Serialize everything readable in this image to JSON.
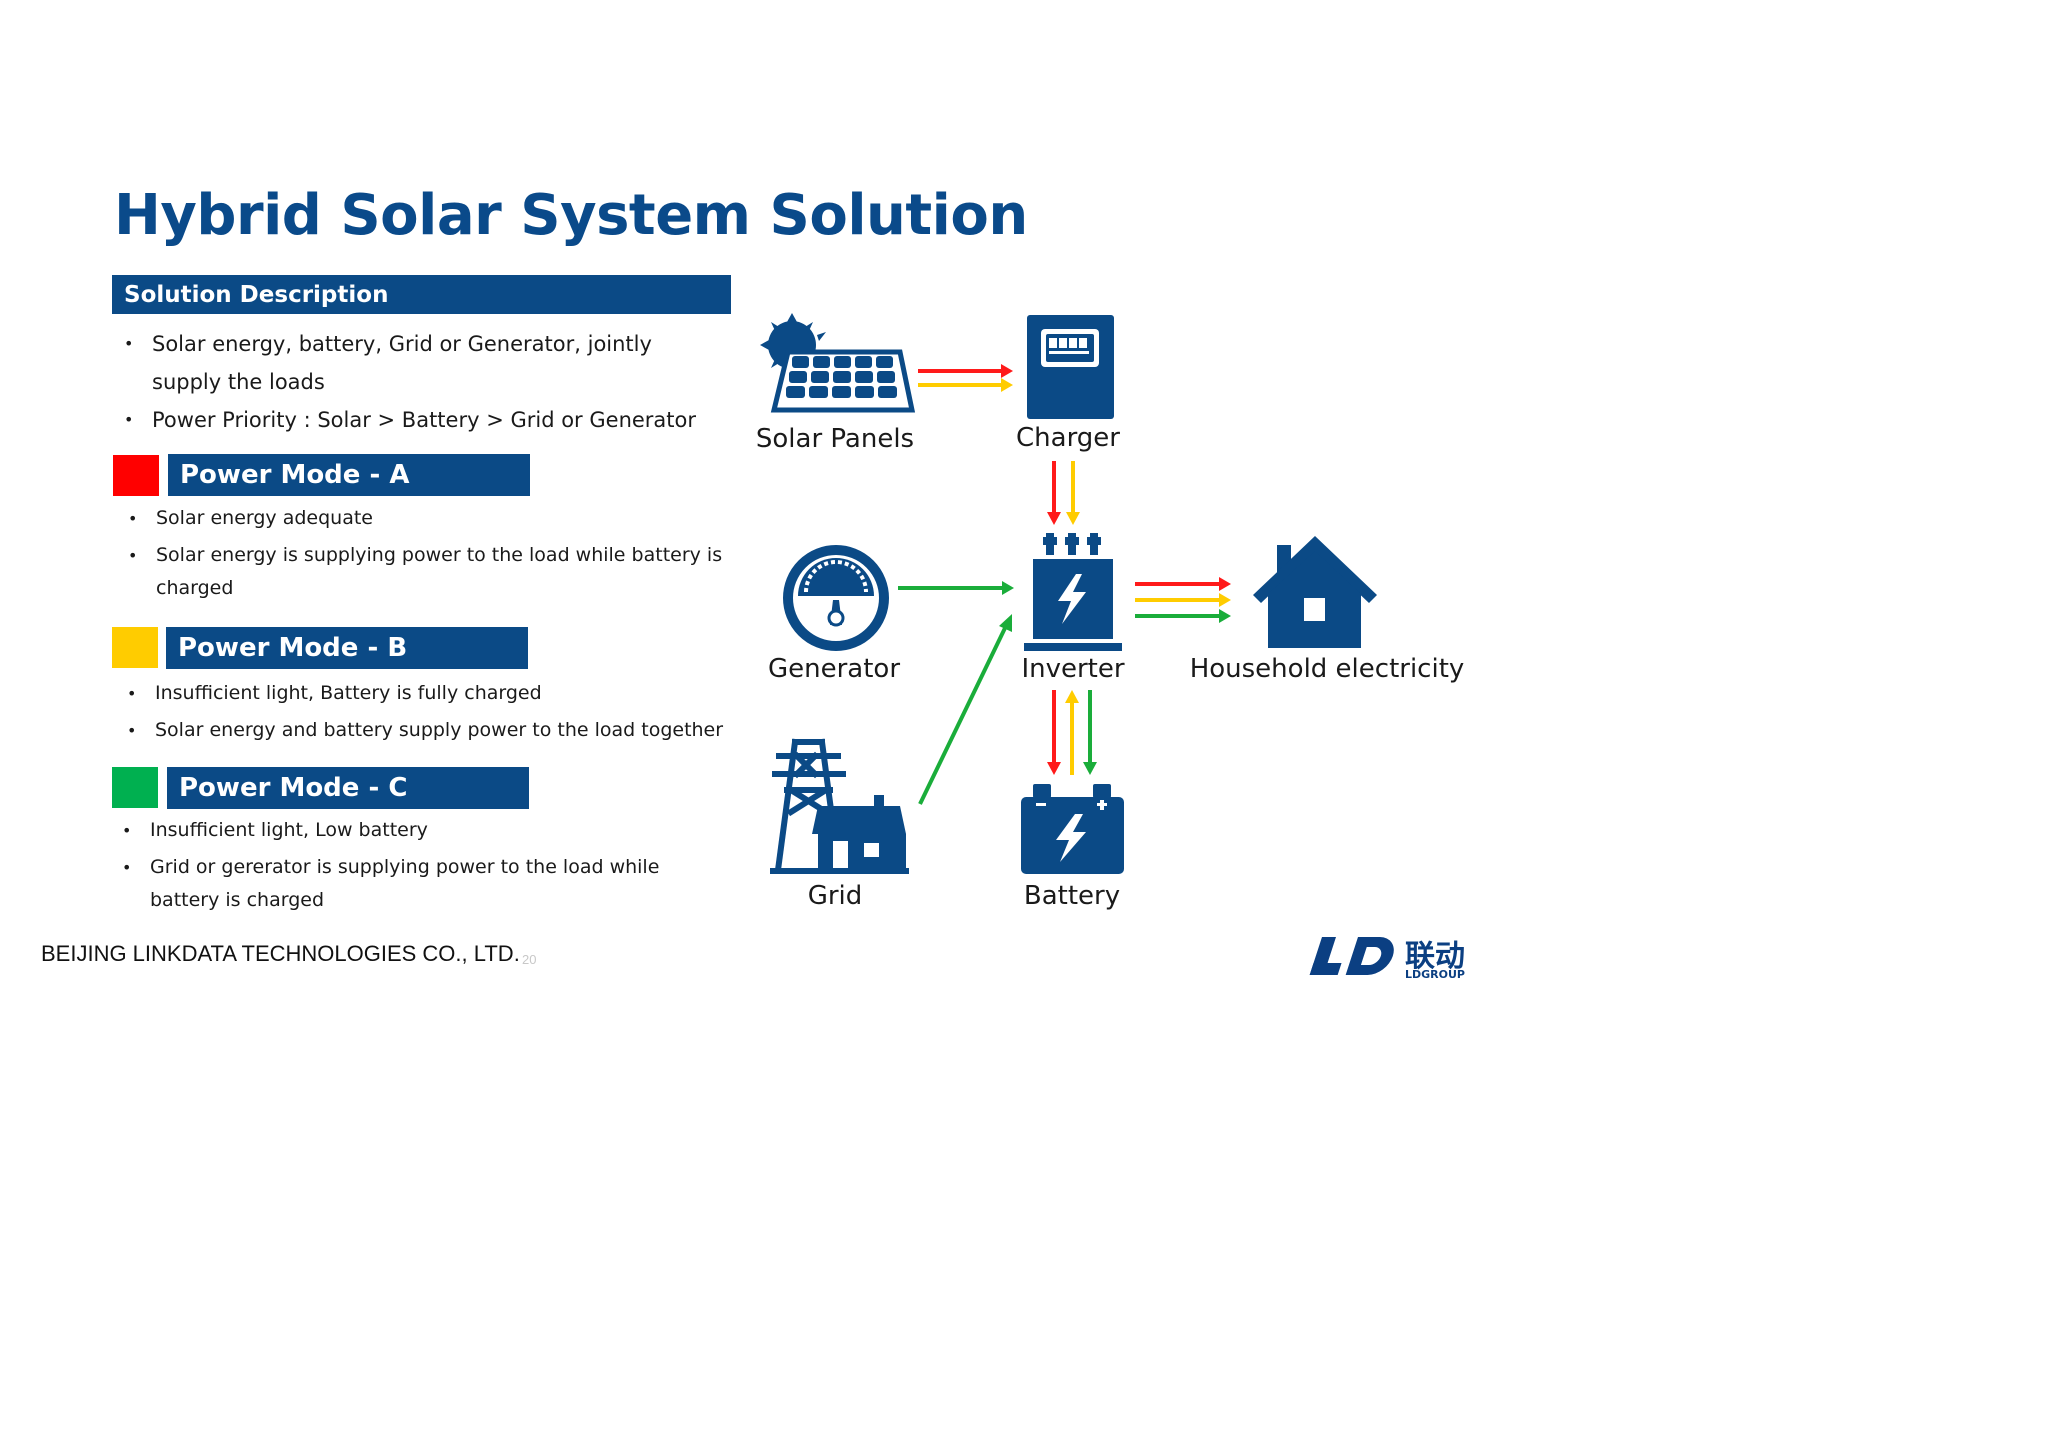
{
  "title": "Hybrid Solar System Solution",
  "description": {
    "heading": "Solution Description",
    "bullets": [
      {
        "line1": "Solar energy, battery, Grid or Generator, jointly",
        "line2": "supply the loads"
      },
      {
        "line1": "Power Priority : Solar > Battery > Grid or Generator"
      }
    ]
  },
  "modes": [
    {
      "label": "Power Mode - A",
      "color": "#ff0000",
      "bullets": [
        {
          "line1": "Solar energy adequate"
        },
        {
          "line1": "Solar energy is supplying  power to the load while battery is",
          "line2": "charged"
        }
      ]
    },
    {
      "label": "Power Mode - B",
      "color": "#ffcc00",
      "bullets": [
        {
          "line1": "Insufficient light, Battery is fully charged"
        },
        {
          "line1": "Solar energy and battery supply power to the load together"
        }
      ]
    },
    {
      "label": "Power Mode - C",
      "color": "#00b050",
      "bullets": [
        {
          "line1": "Insufficient light, Low battery"
        },
        {
          "line1": "Grid or gererator is supplying power to the load while",
          "line2": "battery is charged"
        }
      ]
    }
  ],
  "diagram": {
    "nodes": {
      "solar": "Solar Panels",
      "charger": "Charger",
      "generator": "Generator",
      "inverter": "Inverter",
      "household": "Household electricity",
      "grid": "Grid",
      "battery": "Battery"
    },
    "colors": {
      "icon": "#0b4a86",
      "red": "#ff1a1a",
      "yellow": "#ffcc00",
      "green": "#1aad3a"
    }
  },
  "footer": {
    "company": "BEIJING LINKDATA TECHNOLOGIES CO., LTD.",
    "page_number": "20",
    "logo_mark": "LD",
    "logo_cn": "联动",
    "logo_en": "LDGROUP"
  }
}
